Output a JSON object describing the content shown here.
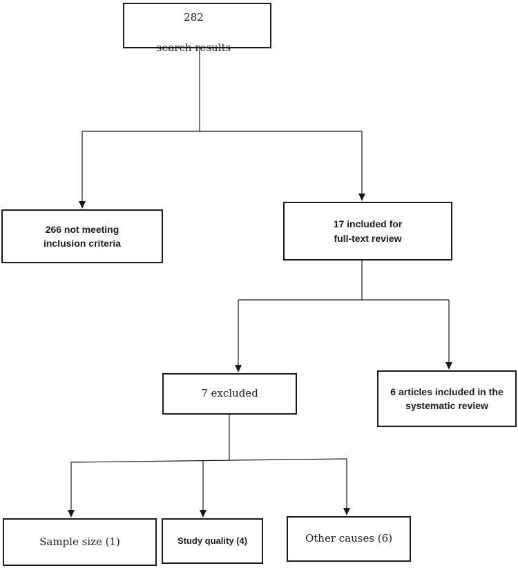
{
  "boxes": {
    "search_results": {
      "count": "282",
      "label": "search results"
    },
    "not_meeting": "266 not meeting\ninclusion criteria",
    "fulltext_review": "17 included for\nfull-text review",
    "excluded": "7 excluded",
    "included_review": "6 articles included in the\nsystematic review",
    "sample_size": "Sample size (1)",
    "study_quality": "Study quality (4)",
    "other_causes": "Other causes (6)"
  },
  "colors": {
    "line": "#1a1a1a",
    "box_border": "#1a1a1a",
    "background": "#ffffff"
  }
}
